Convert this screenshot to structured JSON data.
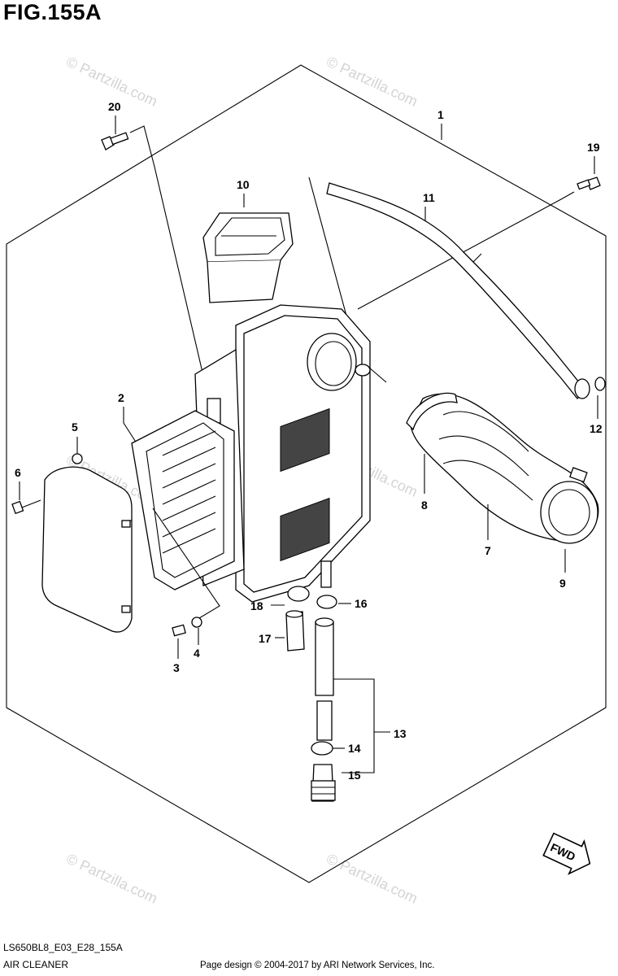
{
  "figure": {
    "title": "FIG.155A",
    "model_code": "LS650BL8_E03_E28_155A",
    "section_name": "AIR CLEANER"
  },
  "footer": {
    "copyright": "Page design © 2004-2017 by ARI Network Services, Inc."
  },
  "watermark": {
    "text": "© Partzilla.com"
  },
  "fwd_badge": {
    "label": "FWD"
  },
  "callouts": [
    "1",
    "2",
    "3",
    "4",
    "5",
    "6",
    "7",
    "8",
    "9",
    "10",
    "11",
    "12",
    "13",
    "14",
    "15",
    "16",
    "17",
    "18",
    "19",
    "20"
  ]
}
